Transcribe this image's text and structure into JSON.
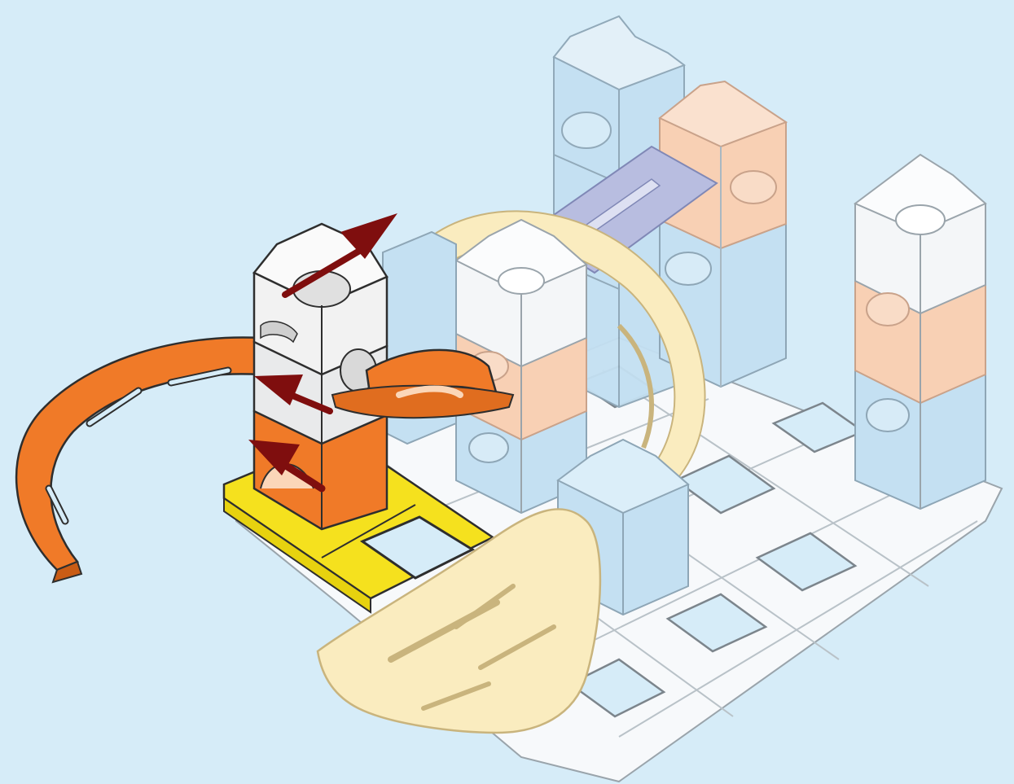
{
  "illustration": {
    "subject": "",
    "colors": {
      "background": "#d6ecf8",
      "highlight_orange": "#f07a28",
      "highlight_white": "#f2f2f2",
      "highlight_yellow_plate": "#f5e11e",
      "ghost_blue": "#c4e0f2",
      "ghost_peach": "#f8d0b4",
      "ghost_cream": "#faecbf",
      "ghost_lavender": "#b8bde0",
      "arrow": "#7f0e0e"
    },
    "arrows": [
      {
        "name": "arrow-up-right",
        "direction": "up-right"
      },
      {
        "name": "arrow-upper-left",
        "direction": "up-left"
      },
      {
        "name": "arrow-lower-left",
        "direction": "up-left"
      }
    ]
  }
}
